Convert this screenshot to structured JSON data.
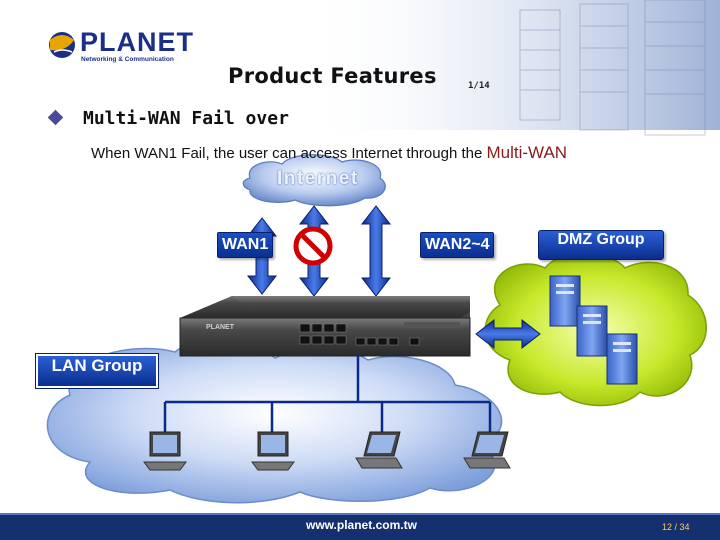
{
  "header": {
    "logo_name": "PLANET",
    "logo_tagline": "Networking & Communication",
    "title": "Product Features",
    "title_page": "1/14"
  },
  "content": {
    "bullet": "Multi-WAN Fail over",
    "subtitle_prefix": "When WAN1 Fail, the user can access Internet through the ",
    "subtitle_emphasis": "Multi-WAN"
  },
  "diagram": {
    "cloud_label": "Internet",
    "wan1_label": "WAN1",
    "wan2_label": "WAN2~4",
    "dmz_label": "DMZ Group",
    "lan_label": "LAN Group",
    "device_brand": "PLANET"
  },
  "footer": {
    "url": "www.planet.com.tw",
    "page_number": "12 / 34"
  },
  "colors": {
    "footer_bar": "#14306e",
    "label_blue": "#1a4fc6",
    "dmz_cloud": "#a8d400",
    "lan_cloud": "#8fb0e6",
    "emphasis": "#8b1a1a"
  }
}
